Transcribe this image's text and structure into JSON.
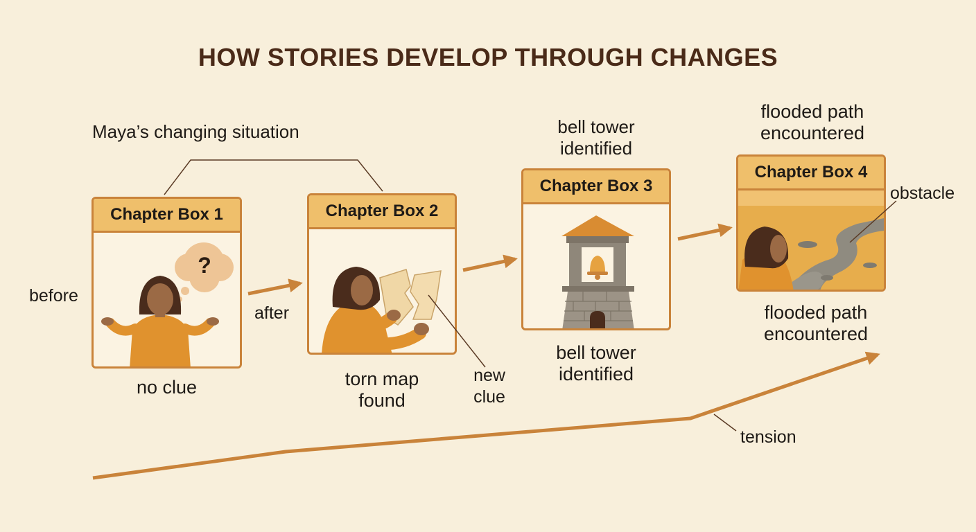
{
  "title": "HOW STORIES DEVELOP THROUGH CHANGES",
  "group_label": "Maya’s changing situation",
  "chapters": [
    {
      "header": "Chapter Box 1",
      "caption": "no clue"
    },
    {
      "header": "Chapter Box 2",
      "caption_line1": "torn map",
      "caption_line2": "found"
    },
    {
      "header": "Chapter Box 3",
      "top_line1": "bell tower",
      "top_line2": "identified",
      "bottom_line1": "bell tower",
      "bottom_line2": "identified"
    },
    {
      "header": "Chapter Box 4",
      "top_line1": "flooded path",
      "top_line2": "encountered",
      "bottom_line1": "flooded path",
      "bottom_line2": "encountered"
    }
  ],
  "annotations": {
    "before": "before",
    "after": "after",
    "new_clue_line1": "new",
    "new_clue_line2": "clue",
    "obstacle": "obstacle",
    "tension": "tension",
    "question_mark": "?"
  },
  "colors": {
    "background": "#f8efdb",
    "border": "#c9833a",
    "header": "#efbf6b",
    "arrow": "#c9833a",
    "title": "#4a2a18"
  }
}
